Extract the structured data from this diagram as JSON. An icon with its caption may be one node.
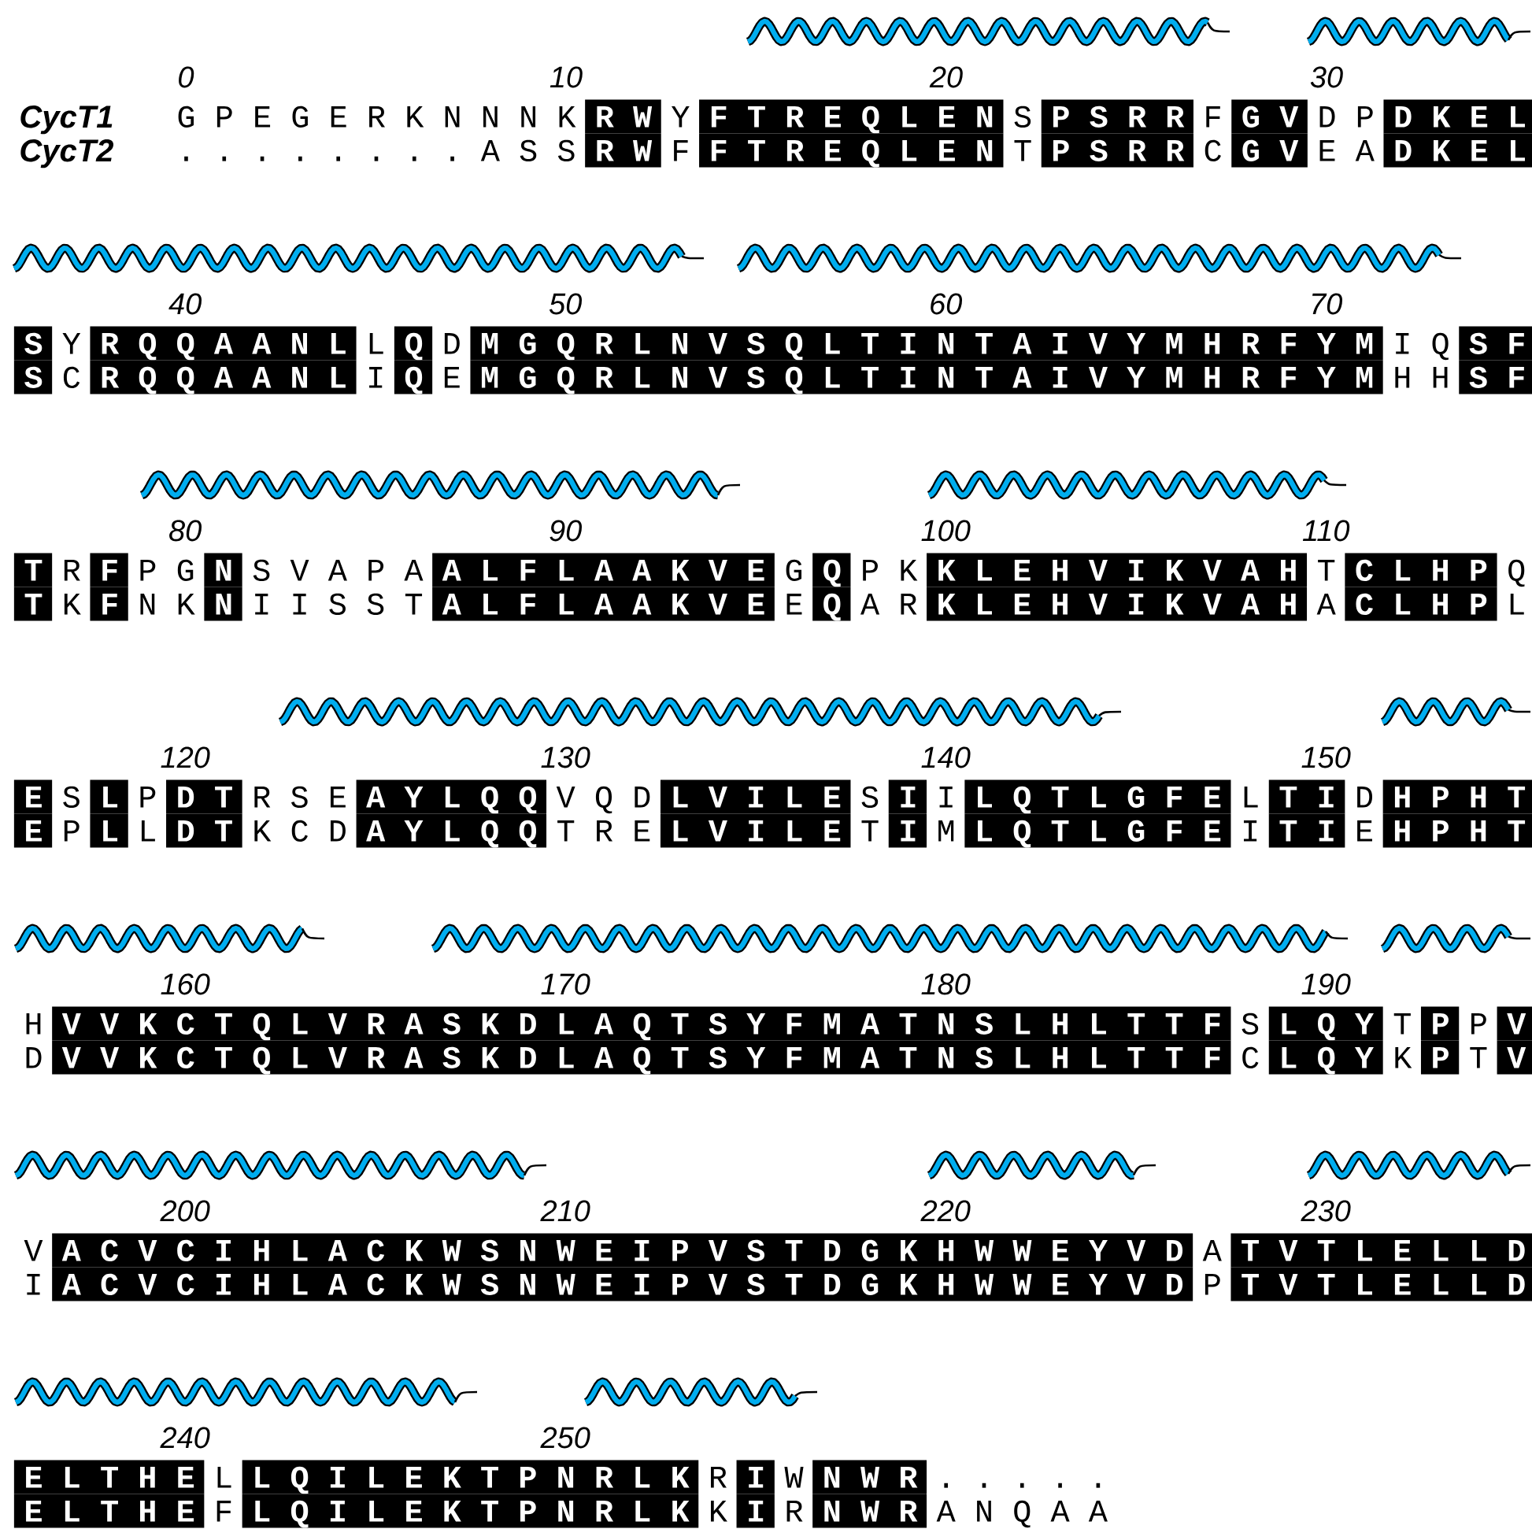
{
  "diagram": {
    "labels": [
      "0",
      "10",
      "20",
      "30",
      "CycT1",
      "G P E G E R K N N N K",
      "R W",
      "Y",
      "F T R E Q L E N",
      "S",
      "P S R R",
      "F",
      "G V",
      "D P",
      "D K E L",
      "CycT2",
      ". . . . . . . . A S S",
      "R W",
      "F",
      "F T R E Q L E N",
      "T",
      "P S R R",
      "C",
      "G V",
      "E A",
      "D K E L",
      "40",
      "50",
      "60",
      "70",
      "S",
      "Y",
      "R Q Q A A N L",
      "L",
      "Q",
      "D",
      "M G Q R L N V S Q L T I N T A I V Y M H R F Y M",
      "I Q",
      "S F",
      "S",
      "C",
      "R Q Q A A N L",
      "I",
      "Q",
      "E",
      "M G Q R L N V S Q L T I N T A I V Y M H R F Y M",
      "H H",
      "S F",
      "80",
      "90",
      "100",
      "110",
      "T",
      "R",
      "F",
      "P G",
      "N",
      "S V A P A",
      "A L F L A A K V E",
      "G",
      "Q",
      "P K",
      "K L E H V I K V A H",
      "T",
      "C L H P",
      "Q",
      "T",
      "K",
      "F",
      "N K",
      "N",
      "I I S S T",
      "A L F L A A K V E",
      "E",
      "Q",
      "A R",
      "K L E H V I K V A H",
      "A",
      "C L H P",
      "L",
      "120",
      "130",
      "140",
      "150",
      "E",
      "S",
      "L",
      "P",
      "D T",
      "R S E",
      "A Y L Q Q",
      "V Q D",
      "L V I L E",
      "S",
      "I",
      "I",
      "L Q T L G F E",
      "L",
      "T I",
      "D",
      "H P H T",
      "E",
      "P",
      "L",
      "L",
      "D T",
      "K C D",
      "A Y L Q Q",
      "T R E",
      "L V I L E",
      "T",
      "I",
      "M",
      "L Q T L G F E",
      "I",
      "T I",
      "E",
      "H P H T",
      "160",
      "170",
      "180",
      "190",
      "H",
      "V V K C T Q L V R A S K D L A Q T S Y F M A T N S L H L T T F",
      "S",
      "L Q Y",
      "T",
      "P",
      "P",
      "V",
      "D",
      "V V K C T Q L V R A S K D L A Q T S Y F M A T N S L H L T T F",
      "C",
      "L Q Y",
      "K",
      "P",
      "T",
      "V",
      "200",
      "210",
      "220",
      "230",
      "V",
      "A C V C I H L A C K W S N W E I P V S T D G K H W W E Y V D",
      "A",
      "T V T L E L L D",
      "I",
      "A C V C I H L A C K W S N W E I P V S T D G K H W W E Y V D",
      "P",
      "T V T L E L L D",
      "240",
      "250",
      "E L T H E",
      "L",
      "L Q I L E K T P N R L K",
      "R",
      "I",
      "W",
      "N W R",
      ". . . . .",
      "E L T H E",
      "F",
      "L Q I L E K T P N R L K",
      "K",
      "I",
      "R",
      "N W R",
      "A N Q A A"
    ]
  }
}
